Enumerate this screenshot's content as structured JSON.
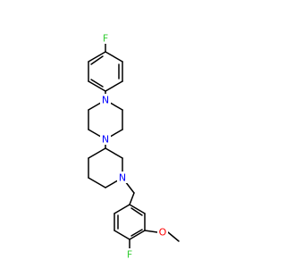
{
  "molecule": {
    "colors": {
      "bond": "#000000",
      "N": "#0000ff",
      "F": "#33cc33",
      "O": "#ff0000",
      "background": "#ffffff"
    },
    "atom_labels": {
      "f_top": "F",
      "n_piperazine_top": "N",
      "n_piperazine_bottom": "N",
      "n_piperidine": "N",
      "o_methoxy": "O",
      "f_bottom": "F"
    }
  }
}
